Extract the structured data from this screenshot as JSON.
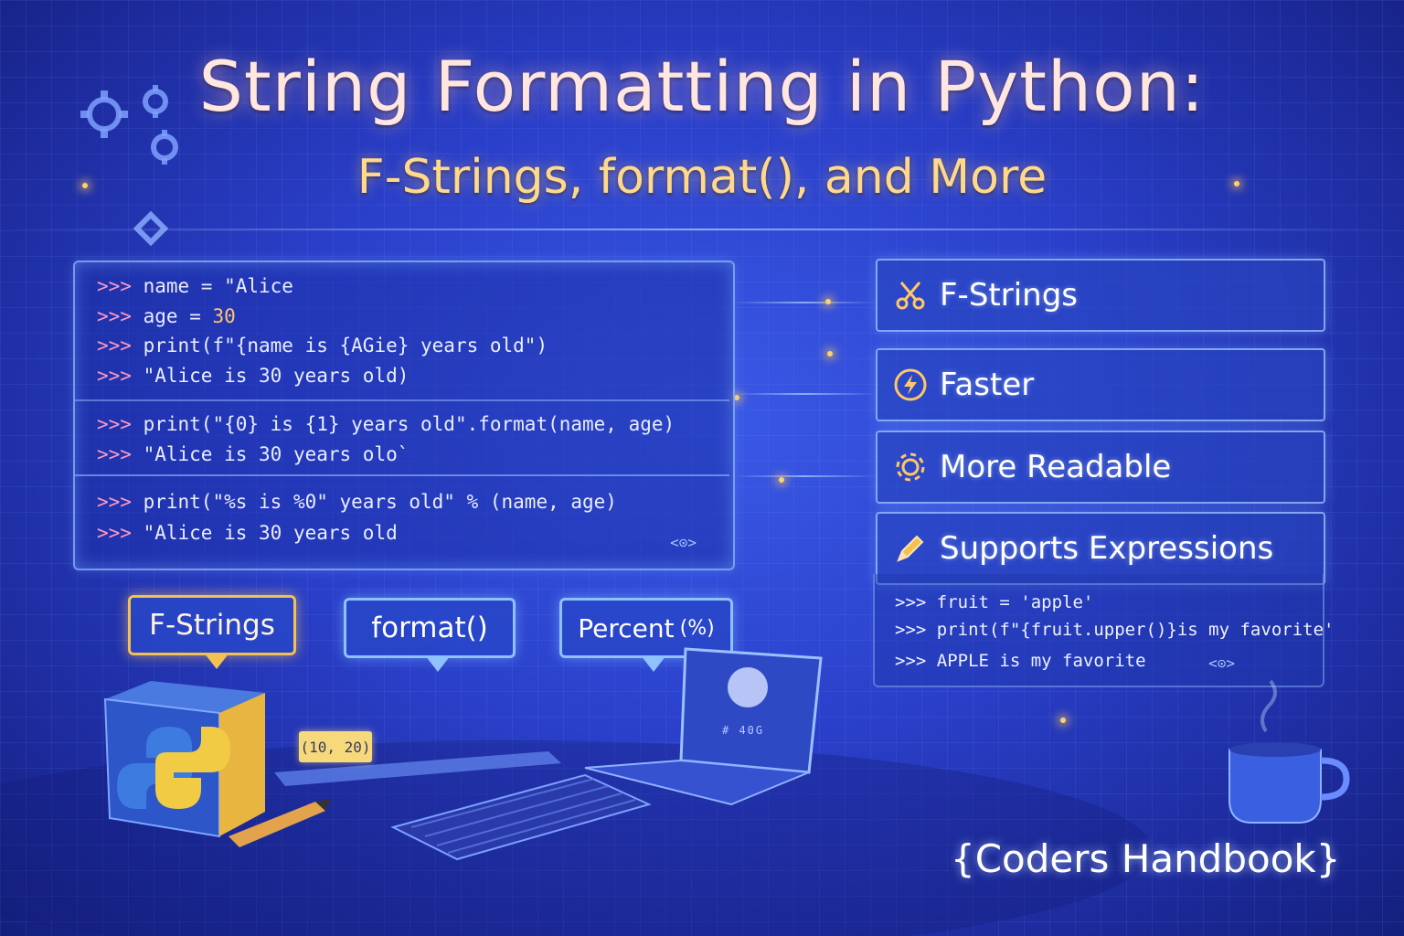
{
  "title": "String Formatting in Python:",
  "subtitle": "F-Strings, format(), and More",
  "code_panel": {
    "lines": [
      {
        "prompt": ">>>",
        "text": " name = \"Alice"
      },
      {
        "prompt": ">>>",
        "text": " age = ",
        "num": "30"
      },
      {
        "prompt": ">>>",
        "text": " print(f\"{name is {AGie} years old\")"
      },
      {
        "prompt": ">>>",
        "text": " \"Alice is 30 years old)"
      },
      {
        "prompt": ">>>",
        "text": " print(\"{0} is {1} years old\".format(name, age)"
      },
      {
        "prompt": ">>>",
        "text": " \"Alice is 30 years olo`"
      },
      {
        "prompt": ">>>",
        "text": " print(\"%s is %0\" years old\" % (name, age)"
      },
      {
        "prompt": ">>>",
        "text": " \"Alice is 30 years old"
      }
    ],
    "eye_icon_label": "<⊙>"
  },
  "features": [
    {
      "label": "F-Strings",
      "icon": "scissors-icon"
    },
    {
      "label": "Faster",
      "icon": "lightning-icon"
    },
    {
      "label": "More Readable",
      "icon": "gear-icon"
    },
    {
      "label": "Supports Expressions",
      "icon": "pencil-icon"
    }
  ],
  "expressions": {
    "lines": [
      {
        "prompt": ">>>",
        "text": " fruit = 'apple'"
      },
      {
        "prompt": ">>>",
        "text": " print(f\"{fruit.upper()}is my favorite'"
      },
      {
        "prompt": ">>>",
        "text": " APPLE is my favorite"
      }
    ],
    "eye_icon_label": "<⊙>"
  },
  "bubbles": {
    "fstrings": "F-Strings",
    "format": "format()",
    "percent": "Percent",
    "percent_symbol": "(%)"
  },
  "tuple_label": "(10, 20)",
  "laptop_text": "# 40G",
  "brand": "{Coders Handbook}",
  "colors": {
    "background": "#2a3fc9",
    "title": "#ffe7e0",
    "subtitle": "#ffd98a",
    "accent_gold": "#f3c052",
    "accent_blue": "#8fc0ff"
  }
}
